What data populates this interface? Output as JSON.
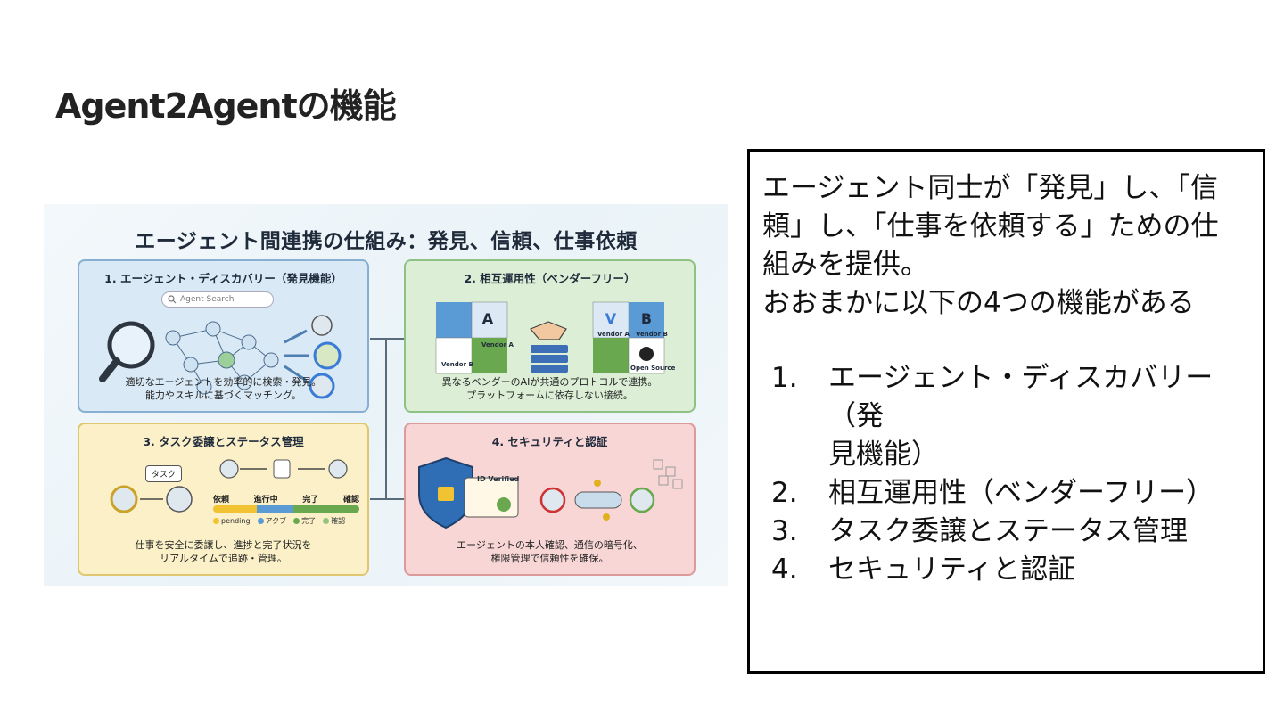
{
  "slide": {
    "title": "Agent2Agentの機能"
  },
  "infographic": {
    "title": "エージェント間連携の仕組み：発見、信頼、仕事依頼",
    "panels": [
      {
        "title": "1. エージェント・ディスカバリー（発見機能）",
        "search_placeholder": "Agent Search",
        "desc": [
          "適切なエージェントを効率的に検索・発見。",
          "能力やスキルに基づくマッチング。"
        ]
      },
      {
        "title": "2. 相互運用性（ベンダーフリー）",
        "vendor_labels": [
          "Vendor A",
          "Vendor B",
          "Vendor A",
          "Vendor B",
          "Open Source"
        ],
        "desc": [
          "異なるベンダーのAIが共通のプロトコルで連携。",
          "プラットフォームに依存しない接続。"
        ]
      },
      {
        "title": "3. タスク委譲とステータス管理",
        "task_label": "タスク",
        "steps": [
          "依頼",
          "進行中",
          "完了",
          "確認"
        ],
        "legend": [
          "pending",
          "アクブ",
          "完了",
          "確認"
        ],
        "desc": [
          "仕事を安全に委譲し、進捗と完了状況を",
          "リアルタイムで追跡・管理。"
        ]
      },
      {
        "title": "4. セキュリティと認証",
        "badge_label": "ID Verified",
        "desc": [
          "エージェントの本人確認、通信の暗号化、",
          "権限管理で信頼性を確保。"
        ]
      }
    ],
    "colors": {
      "blue_panel": "#d9eaf6",
      "green_panel": "#dcefd6",
      "yellow_panel": "#fbf0c8",
      "red_panel": "#f9d6d6"
    }
  },
  "textbox": {
    "intro": [
      "エージェント同士が「発見」し、「信",
      "頼」し、「仕事を依頼する」ための仕",
      "組みを提供。",
      "おおまかに以下の4つの機能がある"
    ],
    "features": [
      {
        "num": "1.",
        "lines": [
          "エージェント・ディスカバリー（発",
          "見機能）"
        ]
      },
      {
        "num": "2.",
        "lines": [
          "相互運用性（ベンダーフリー）"
        ]
      },
      {
        "num": "3.",
        "lines": [
          "タスク委譲とステータス管理"
        ]
      },
      {
        "num": "4.",
        "lines": [
          "セキュリティと認証"
        ]
      }
    ]
  }
}
